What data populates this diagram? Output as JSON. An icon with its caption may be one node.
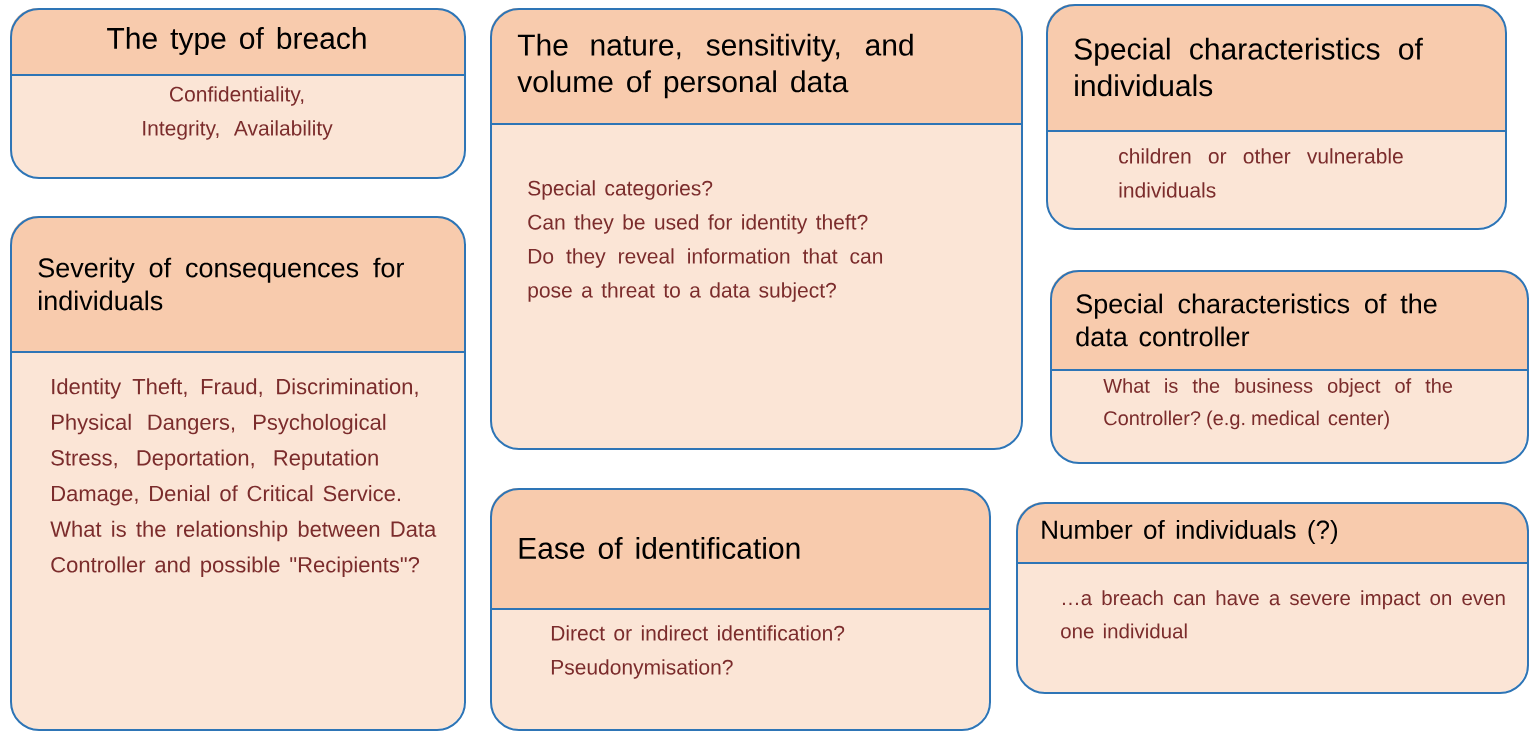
{
  "diagram": {
    "nodes": [
      {
        "text": [
          "The type of breach",
          "Confidentiality, Integrity, Availability"
        ]
      },
      {
        "text": [
          "The nature, sensitivity, and volume of personal data",
          "Special categories?",
          "Can they be used for identity theft?",
          "Do they reveal information that can pose a threat to a data subject?"
        ]
      },
      {
        "text": [
          "Special characteristics of individuals",
          "children or other vulnerable individuals"
        ]
      },
      {
        "text": [
          "Severity of consequences for individuals",
          "Identity Theft, Fraud, Discrimination, Physical Dangers, Psychological Stress, Deportation, Reputation Damage, Denial of Critical Service.",
          "What is the relationship between Data Controller and possible \"Recipients\"?"
        ]
      },
      {
        "text": [
          "Special characteristics of the data controller",
          "What is the business object of the Controller? (e.g. medical center)"
        ]
      },
      {
        "text": [
          "Ease of identification",
          "Direct or indirect identification?",
          "Pseudonymisation?"
        ]
      },
      {
        "text": [
          "Number of individuals (?)",
          "…a breach can have a severe impact on even one individual"
        ]
      }
    ]
  }
}
